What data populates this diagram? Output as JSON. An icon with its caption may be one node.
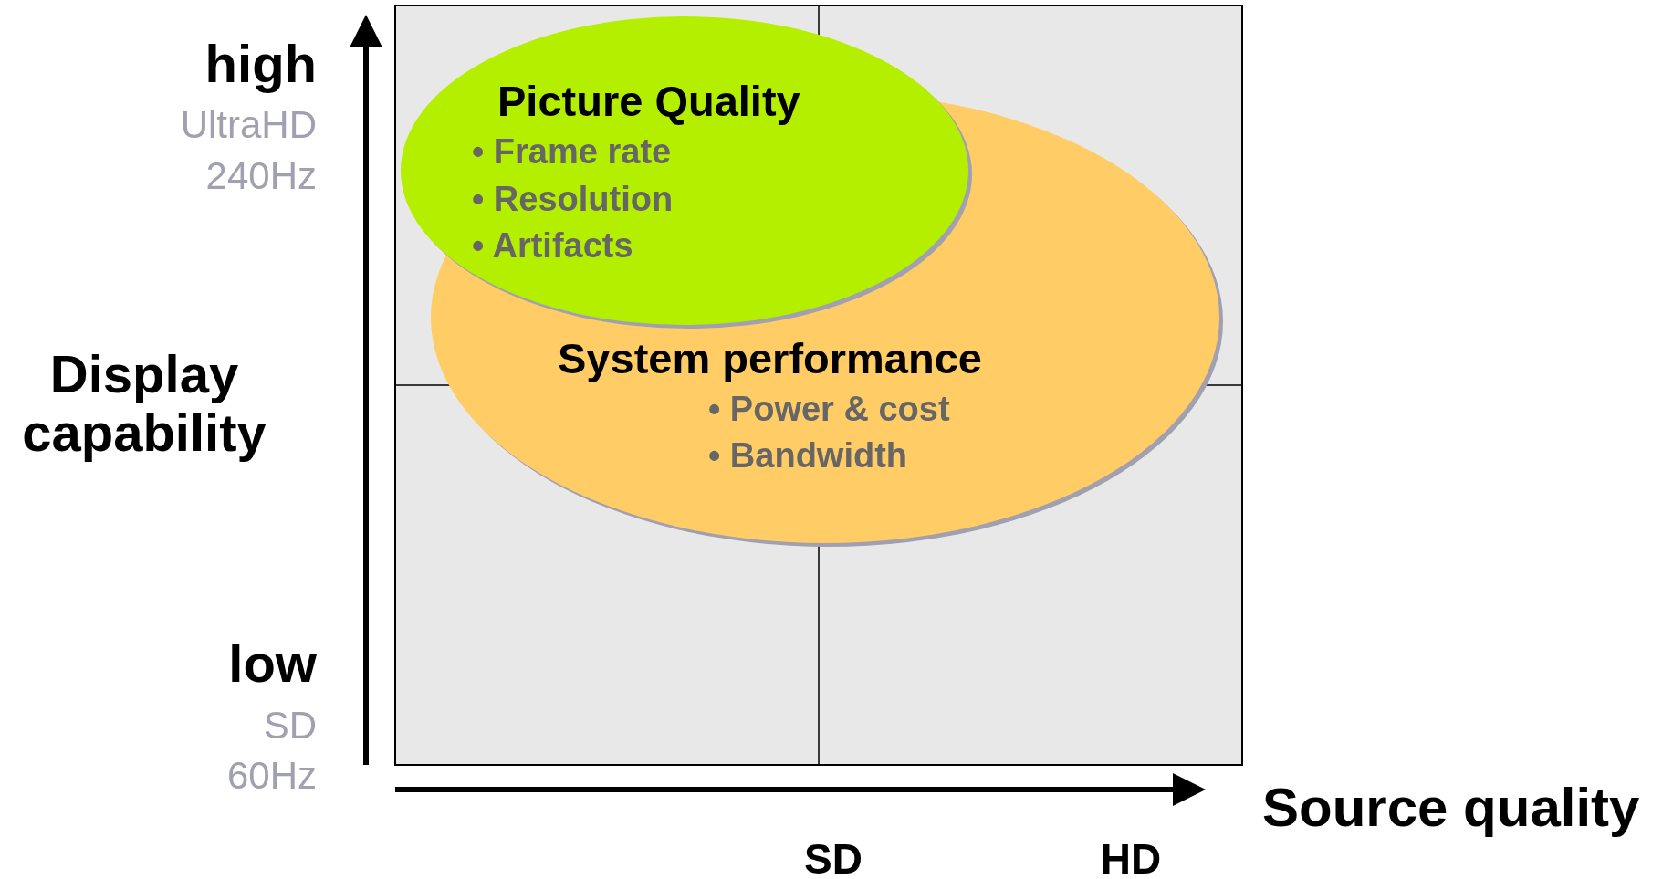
{
  "diagram": {
    "nodes": [
      {
        "text": [
          "Picture Quality",
          "• Frame rate",
          "• Resolution",
          "• Artifacts"
        ]
      },
      {
        "text": [
          "System performance",
          "• Power & cost",
          "• Bandwidth"
        ]
      }
    ],
    "labels": [
      "high",
      "UltraHD",
      "240Hz",
      "Display capability",
      "low",
      "SD",
      "60Hz",
      "Source quality",
      "SD",
      "HD"
    ]
  }
}
